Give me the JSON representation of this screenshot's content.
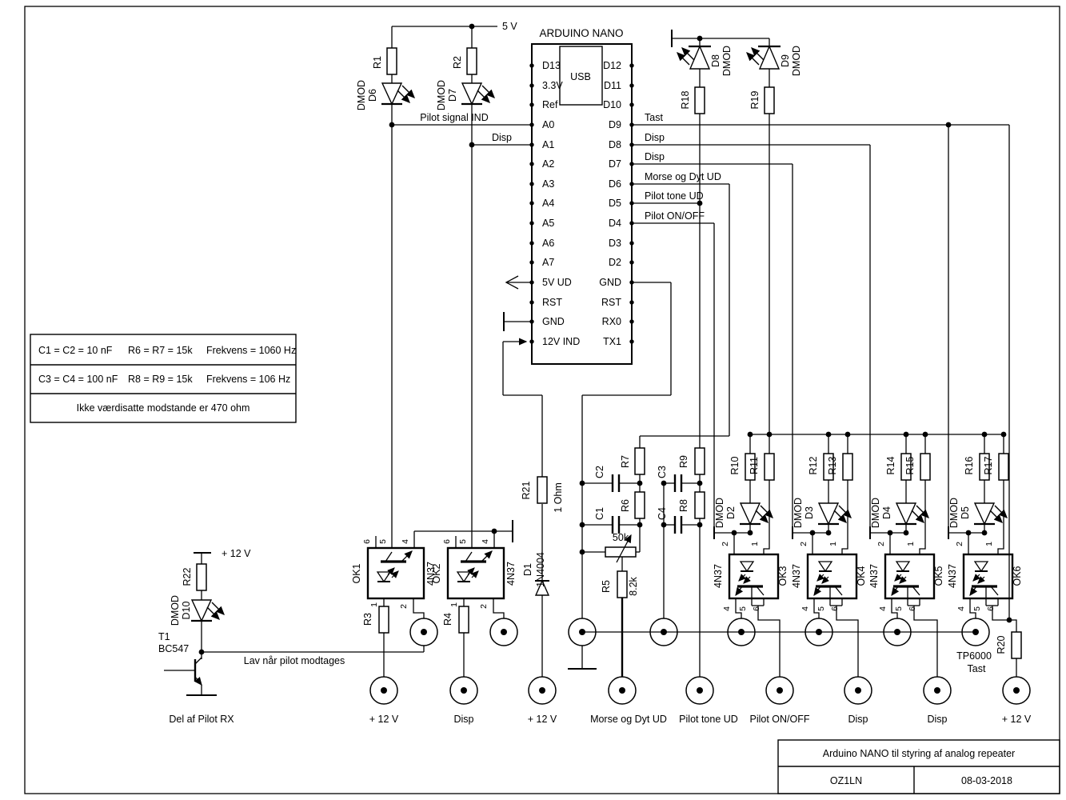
{
  "page": {
    "bg": "#ffffff",
    "ink": "#000000"
  },
  "arduino": {
    "title": "ARDUINO NANO",
    "usb": "USB",
    "left_pins": [
      "D13",
      "3.3V",
      "Ref",
      "A0",
      "A1",
      "A2",
      "A3",
      "A4",
      "A5",
      "A6",
      "A7",
      "5V UD",
      "RST",
      "GND",
      "12V IND"
    ],
    "right_pins": [
      "D12",
      "D11",
      "D10",
      "D9",
      "D8",
      "D7",
      "D6",
      "D5",
      "D4",
      "D3",
      "D2",
      "GND",
      "RST",
      "RX0",
      "TX1"
    ]
  },
  "signals": {
    "rail5": "5 V",
    "pilot_signal_ind": "Pilot signal IND",
    "disp": "Disp",
    "tast": "Tast",
    "morse_ud": "Morse og Dyt UD",
    "pilot_tone_ud": "Pilot tone UD",
    "pilot_onoff": "Pilot ON/OFF",
    "plus12": "+ 12 V",
    "lav": "Lav når pilot modtages",
    "del": "Del af Pilot RX"
  },
  "c": {
    "r1": "R1",
    "r2": "R2",
    "r3": "R3",
    "r4": "R4",
    "r5": "R5",
    "r5v": "8.2k",
    "r6": "R6",
    "r7": "R7",
    "r8": "R8",
    "r9": "R9",
    "r10": "R10",
    "r11": "R11",
    "r12": "R12",
    "r13": "R13",
    "r14": "R14",
    "r15": "R15",
    "r16": "R16",
    "r17": "R17",
    "r18": "R18",
    "r19": "R19",
    "r20": "R20",
    "r21": "R21",
    "r21v": "1 Ohm",
    "r22": "R22",
    "pot": "50k",
    "c1": "C1",
    "c2": "C2",
    "c3": "C3",
    "c4": "C4",
    "d1": "D1",
    "d1v": "1N4004",
    "d2": "D2",
    "d3": "D3",
    "d4": "D4",
    "d5": "D5",
    "d6": "D6",
    "d7": "D7",
    "d8": "D8",
    "d9": "D9",
    "d10": "D10",
    "dmod": "DMOD",
    "t1": "T1",
    "t1v": "BC547",
    "ok1": "OK1",
    "ok2": "OK2",
    "ok3": "OK3",
    "ok4": "OK4",
    "ok5": "OK5",
    "ok6": "OK6",
    "opto": "4N37",
    "p1": "1",
    "p2": "2",
    "p4": "4",
    "p5": "5",
    "p6": "6"
  },
  "terminals": {
    "tp6000": "TP6000",
    "tp6000_sub": "Tast"
  },
  "notes": {
    "r1c1": "C1 = C2 = 10 nF",
    "r1c2": "R6 = R7 = 15k",
    "r1c3": "Frekvens = 1060 Hz",
    "r2c1": "C3 = C4 = 100 nF",
    "r2c2": "R8 = R9 = 15k",
    "r2c3": "Frekvens = 106 Hz",
    "r3": "Ikke værdisatte modstande er 470 ohm"
  },
  "title_block": {
    "title": "Arduino NANO til styring af analog repeater",
    "callsign": "OZ1LN",
    "date": "08-03-2018"
  }
}
